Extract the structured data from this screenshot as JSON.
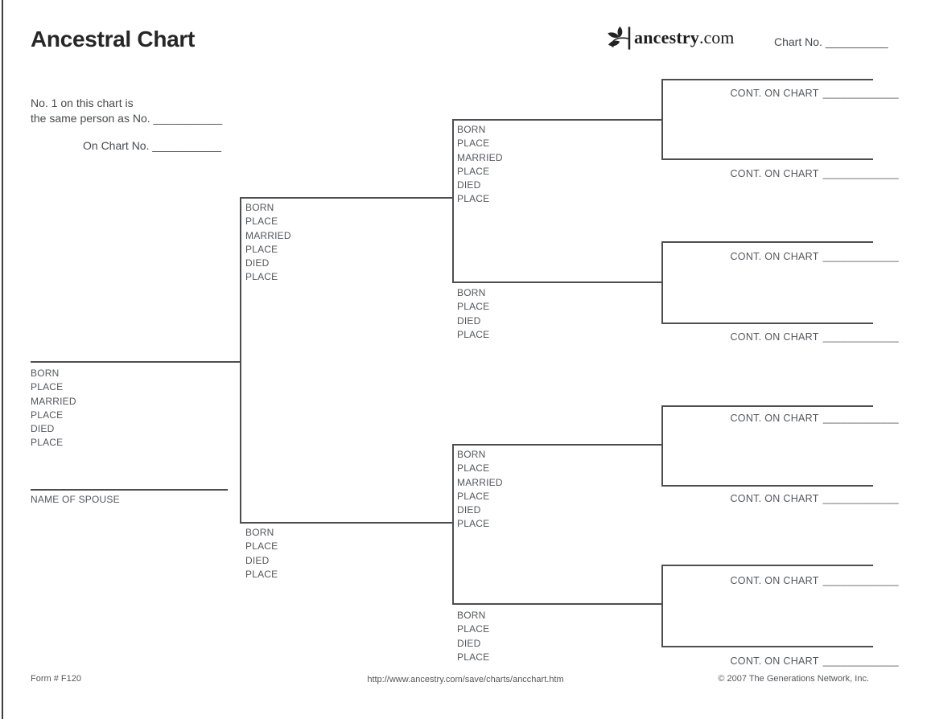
{
  "header": {
    "title": "Ancestral Chart",
    "chart_no_label": "Chart No.",
    "chart_no_blank": "__________",
    "logo_bold": "ancestry",
    "logo_suffix": ".com"
  },
  "intro": {
    "line1": "No. 1 on this chart is",
    "line2": "the same person as No.",
    "line2_blank": "___________",
    "line3": "On Chart No.",
    "line3_blank": "___________"
  },
  "labels": {
    "full": [
      "BORN",
      "PLACE",
      "MARRIED",
      "PLACE",
      "DIED",
      "PLACE"
    ],
    "short": [
      "BORN",
      "PLACE",
      "DIED",
      "PLACE"
    ],
    "spouse": "NAME OF SPOUSE",
    "cont": "CONT. ON CHART",
    "cont_blank": "_____________"
  },
  "footer": {
    "form_number": "Form # F120",
    "url": "http://www.ancestry.com/save/charts/ancchart.htm",
    "copyright": "© 2007 The Generations Network, Inc."
  },
  "colors": {
    "line": "#4c4e50",
    "text": "#47494d",
    "label": "#55575b",
    "title": "#262626"
  }
}
